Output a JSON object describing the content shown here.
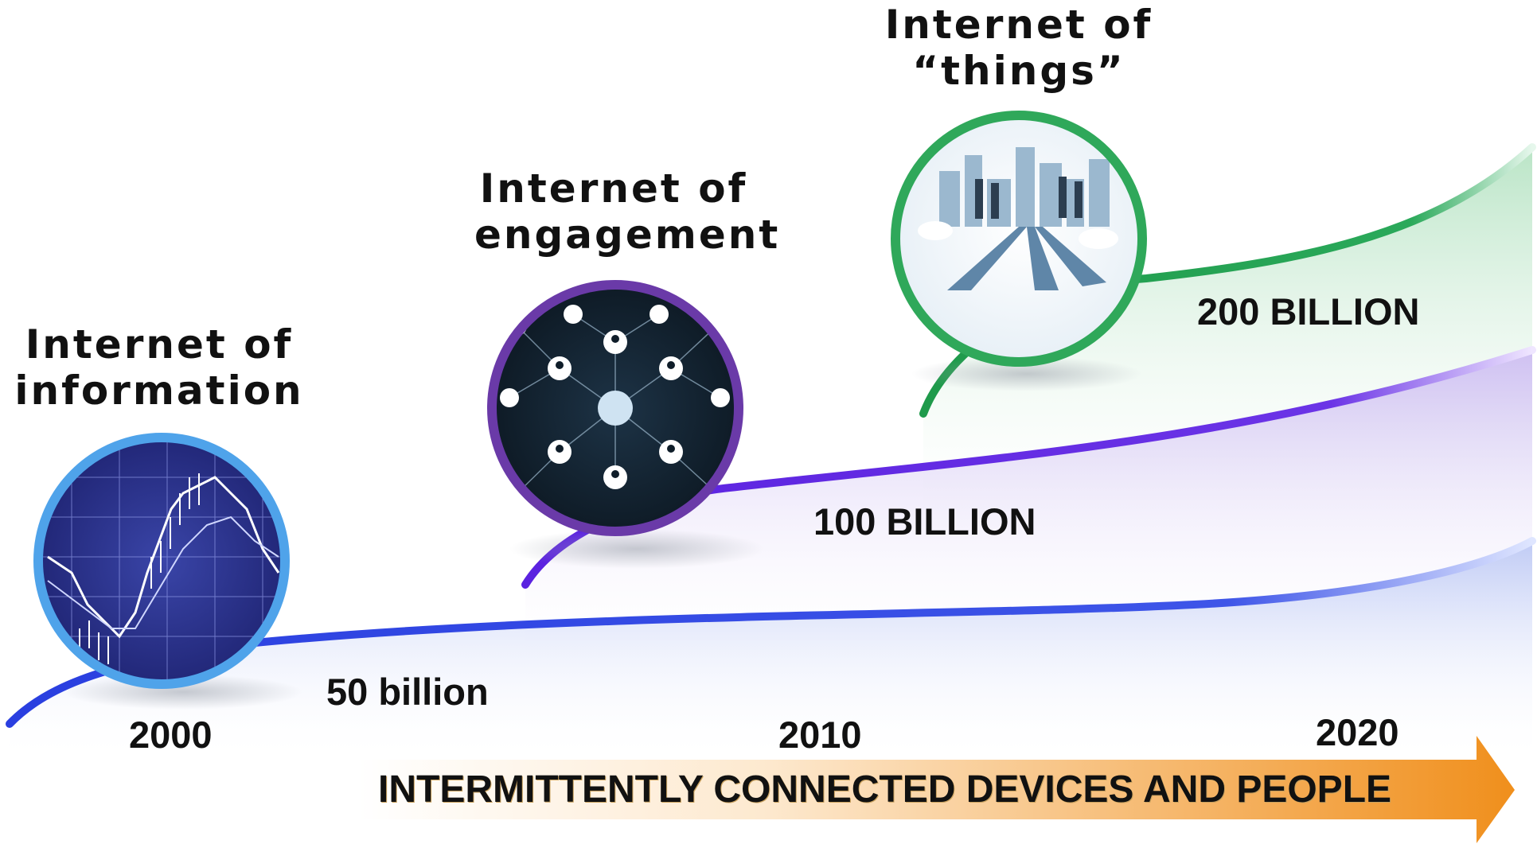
{
  "eras": [
    {
      "title_line1": "Internet of",
      "title_line2": "information",
      "count": "50 billion",
      "color": "#2a3fe0"
    },
    {
      "title_line1": "Internet of",
      "title_line2": "engagement",
      "count": "100 BILLION",
      "color": "#5b22e0"
    },
    {
      "title_line1": "Internet of",
      "title_line2": "“things”",
      "count": "200 BILLION",
      "color": "#1f9a4b"
    }
  ],
  "years": [
    "2000",
    "2010",
    "2020"
  ],
  "arrow": {
    "label": "INTERMITTENTLY CONNECTED DEVICES AND PEOPLE",
    "color": "#f08f1c"
  },
  "icons": [
    "stock-chart-icon",
    "social-network-icon",
    "city-business-icon"
  ]
}
